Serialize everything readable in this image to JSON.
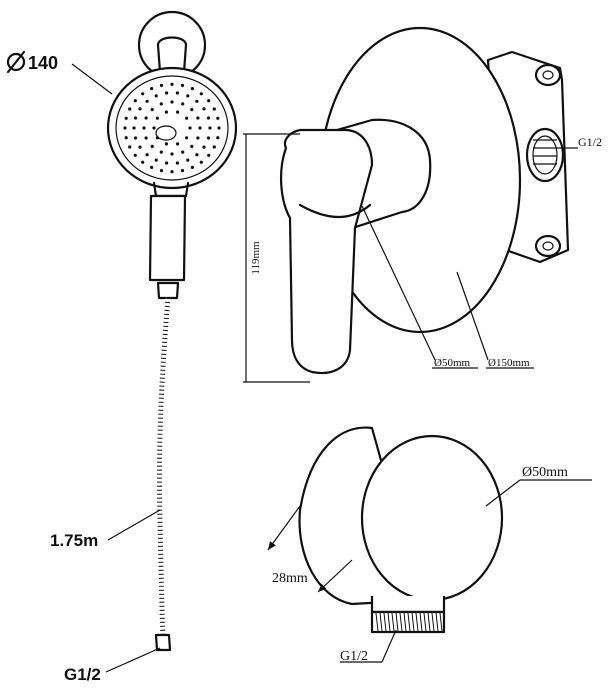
{
  "labels": {
    "shower_head_diameter": "140",
    "hose_length": "1.75m",
    "hose_connection": "G1/2",
    "mixer_height": "119mm",
    "mixer_connection": "G1/2",
    "handle_diameter": "Ø50mm",
    "plate_diameter": "Ø150mm",
    "elbow_diameter": "Ø50mm",
    "elbow_depth": "28mm",
    "elbow_connection": "G1/2"
  },
  "icons": {
    "diameter_symbol": "diameter-icon"
  },
  "colors": {
    "line": "#111111",
    "background": "#ffffff"
  }
}
